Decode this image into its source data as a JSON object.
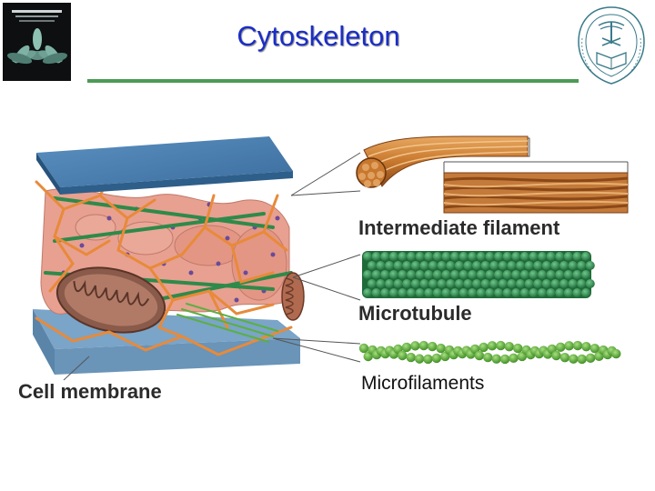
{
  "slide": {
    "title": "Cytoskeleton"
  },
  "labels": {
    "intermediate_filament": "Intermediate filament",
    "microtubule": "Microtubule",
    "microfilaments": "Microfilaments",
    "cell_membrane": "Cell membrane"
  },
  "colors": {
    "title": "#1a2dc8",
    "rule": "#4c9a55",
    "membrane_top": "#4a80b0",
    "membrane_bottom": "#a8c8e0",
    "actin": "#e88a3a",
    "cytoplasm_pink": "#e8a090",
    "mitochondrion": "#8a5a4a",
    "intermediate_filament": "#c8782e",
    "microtubule": "#2e8a4a",
    "microfilament": "#5ab040"
  },
  "icons": {
    "book_cover": "book-cover-icon",
    "university_seal": "university-seal-icon"
  }
}
